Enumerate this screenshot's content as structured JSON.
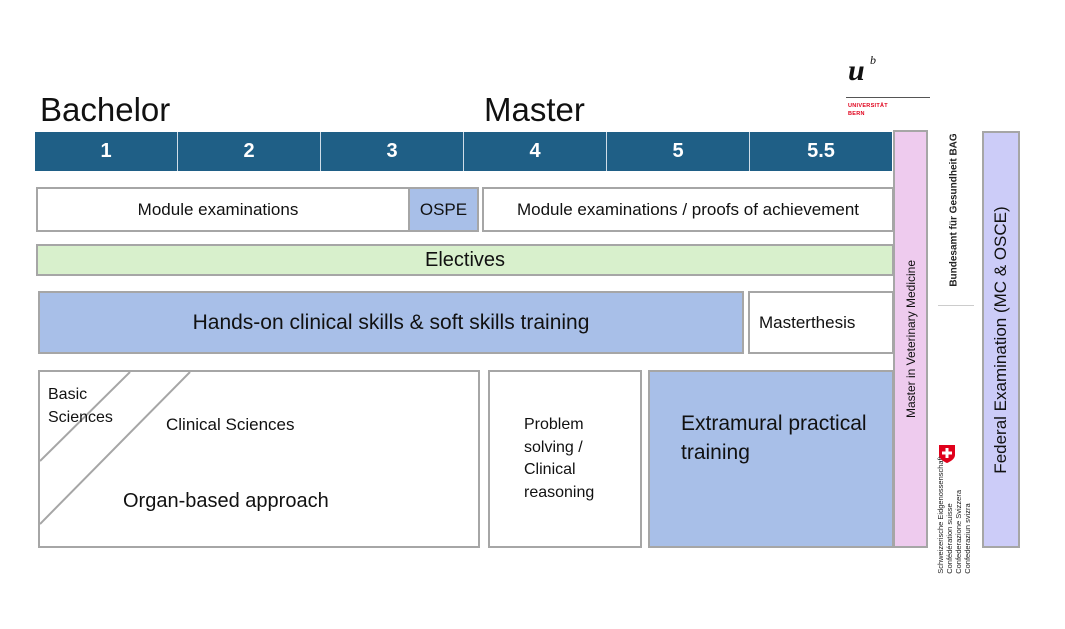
{
  "phases": {
    "bachelor": "Bachelor",
    "master": "Master"
  },
  "years": [
    "1",
    "2",
    "3",
    "4",
    "5",
    "5.5"
  ],
  "rows": {
    "module_examinations": "Module examinations",
    "ospe": "OSPE",
    "module_examinations_master": "Module examinations / proofs of achievement",
    "electives": "Electives",
    "hands_on": "Hands-on clinical skills & soft skills training",
    "masterthesis": "Masterthesis"
  },
  "blocks": {
    "basic_sciences": "Basic Sciences",
    "clinical_sciences": "Clinical Sciences",
    "organ_based": "Organ-based approach",
    "problem_solving": "Problem solving / Clinical reasoning",
    "extramural": "Extramural practical training"
  },
  "vertical": {
    "master_vet_med": "Master in Veterinary Medicine",
    "federal_exam": "Federal Examination (MC & OSCE)"
  },
  "bag": {
    "name_de": "Bundesamt für Gesundheit BAG",
    "lines": [
      "Schweizerische Eidgenossenschaft",
      "Confédération suisse",
      "Confederazione Svizzera",
      "Confederaziun svizra"
    ]
  },
  "university_logo": {
    "mark": "u",
    "superscript": "b",
    "lines": [
      "UNIVERSITÄT",
      "BERN"
    ]
  },
  "colors": {
    "year_bar": "#1f5f86",
    "ospe": "#a8bfe8",
    "electives": "#d8f0cc",
    "hands_on": "#a8bfe8",
    "extramural": "#a8bfe8",
    "master_vet_med": "#eecbee",
    "federal_exam": "#ccccf8",
    "logo_red": "#e0001b"
  }
}
